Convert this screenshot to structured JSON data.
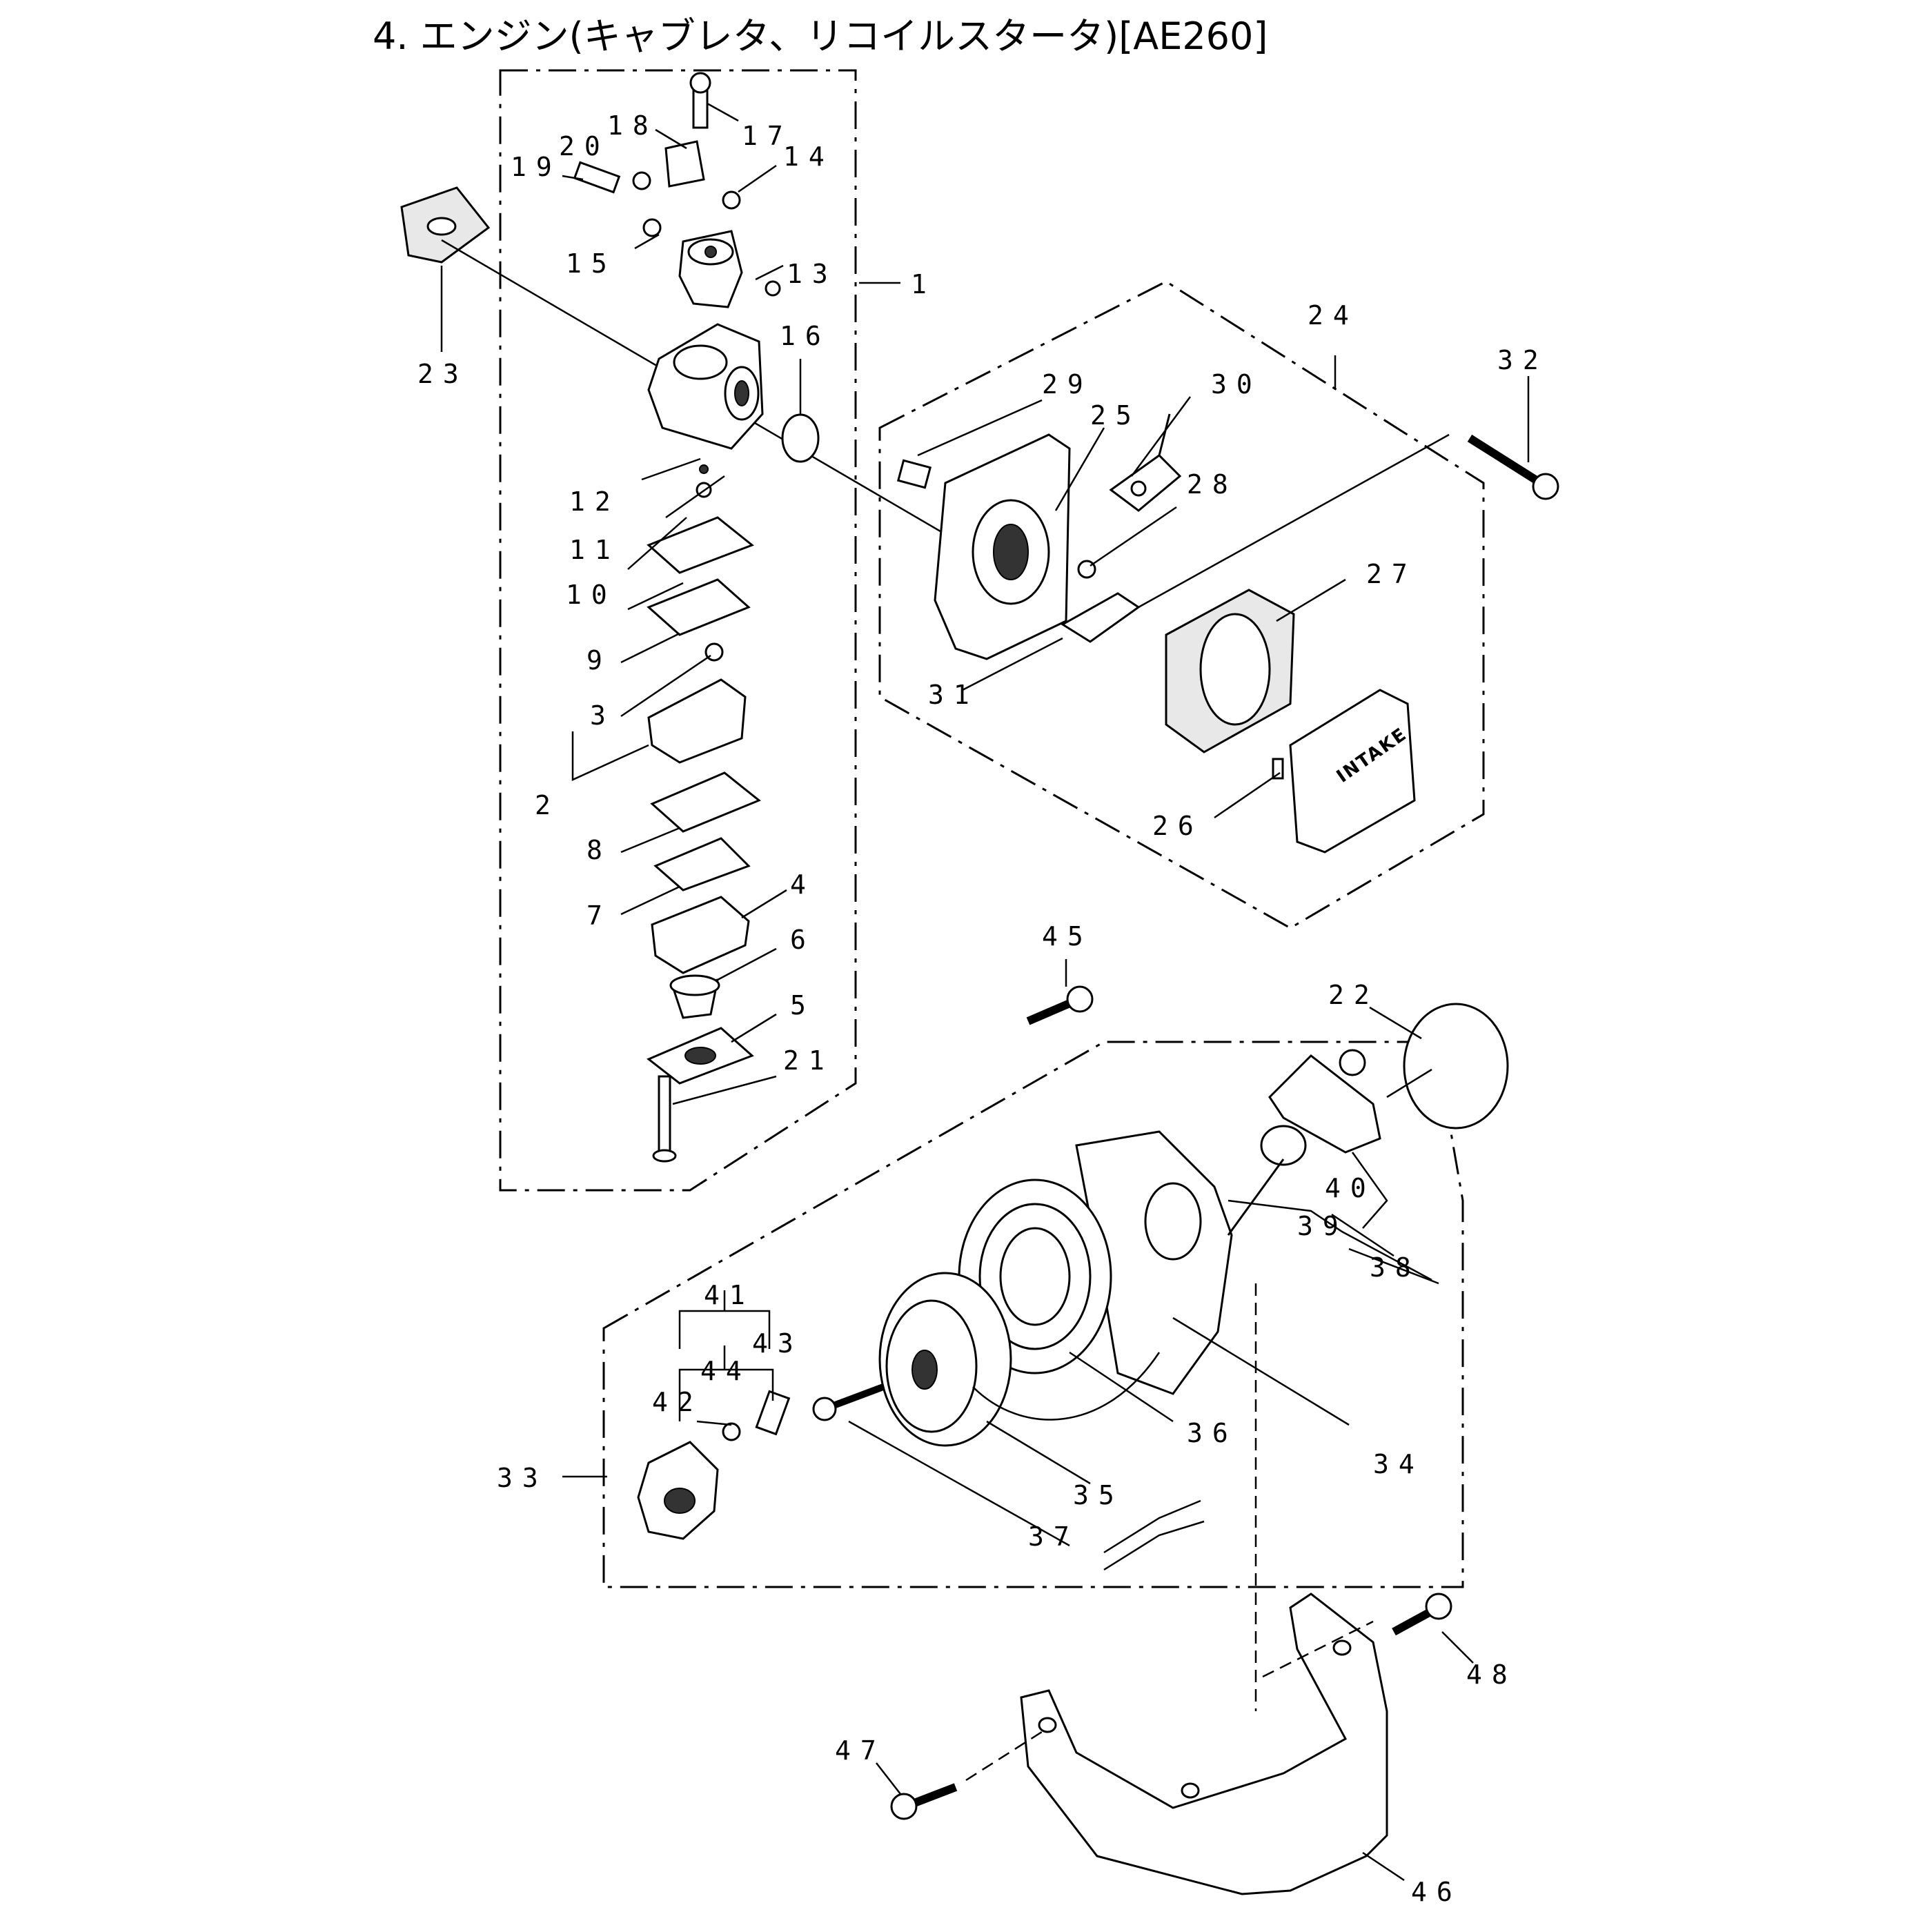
{
  "title": "4. エンジン(キャブレタ、リコイルスタータ)[AE260]",
  "intake_text": "INTAKE",
  "labels": [
    "1",
    "2",
    "3",
    "4",
    "5",
    "6",
    "7",
    "8",
    "9",
    "10",
    "11",
    "12",
    "13",
    "14",
    "15",
    "16",
    "17",
    "18",
    "19",
    "20",
    "21",
    "22",
    "23",
    "24",
    "25",
    "26",
    "27",
    "28",
    "29",
    "30",
    "31",
    "32",
    "33",
    "34",
    "35",
    "36",
    "37",
    "38",
    "39",
    "40",
    "41",
    "42",
    "43",
    "44",
    "45",
    "46",
    "47",
    "48"
  ]
}
